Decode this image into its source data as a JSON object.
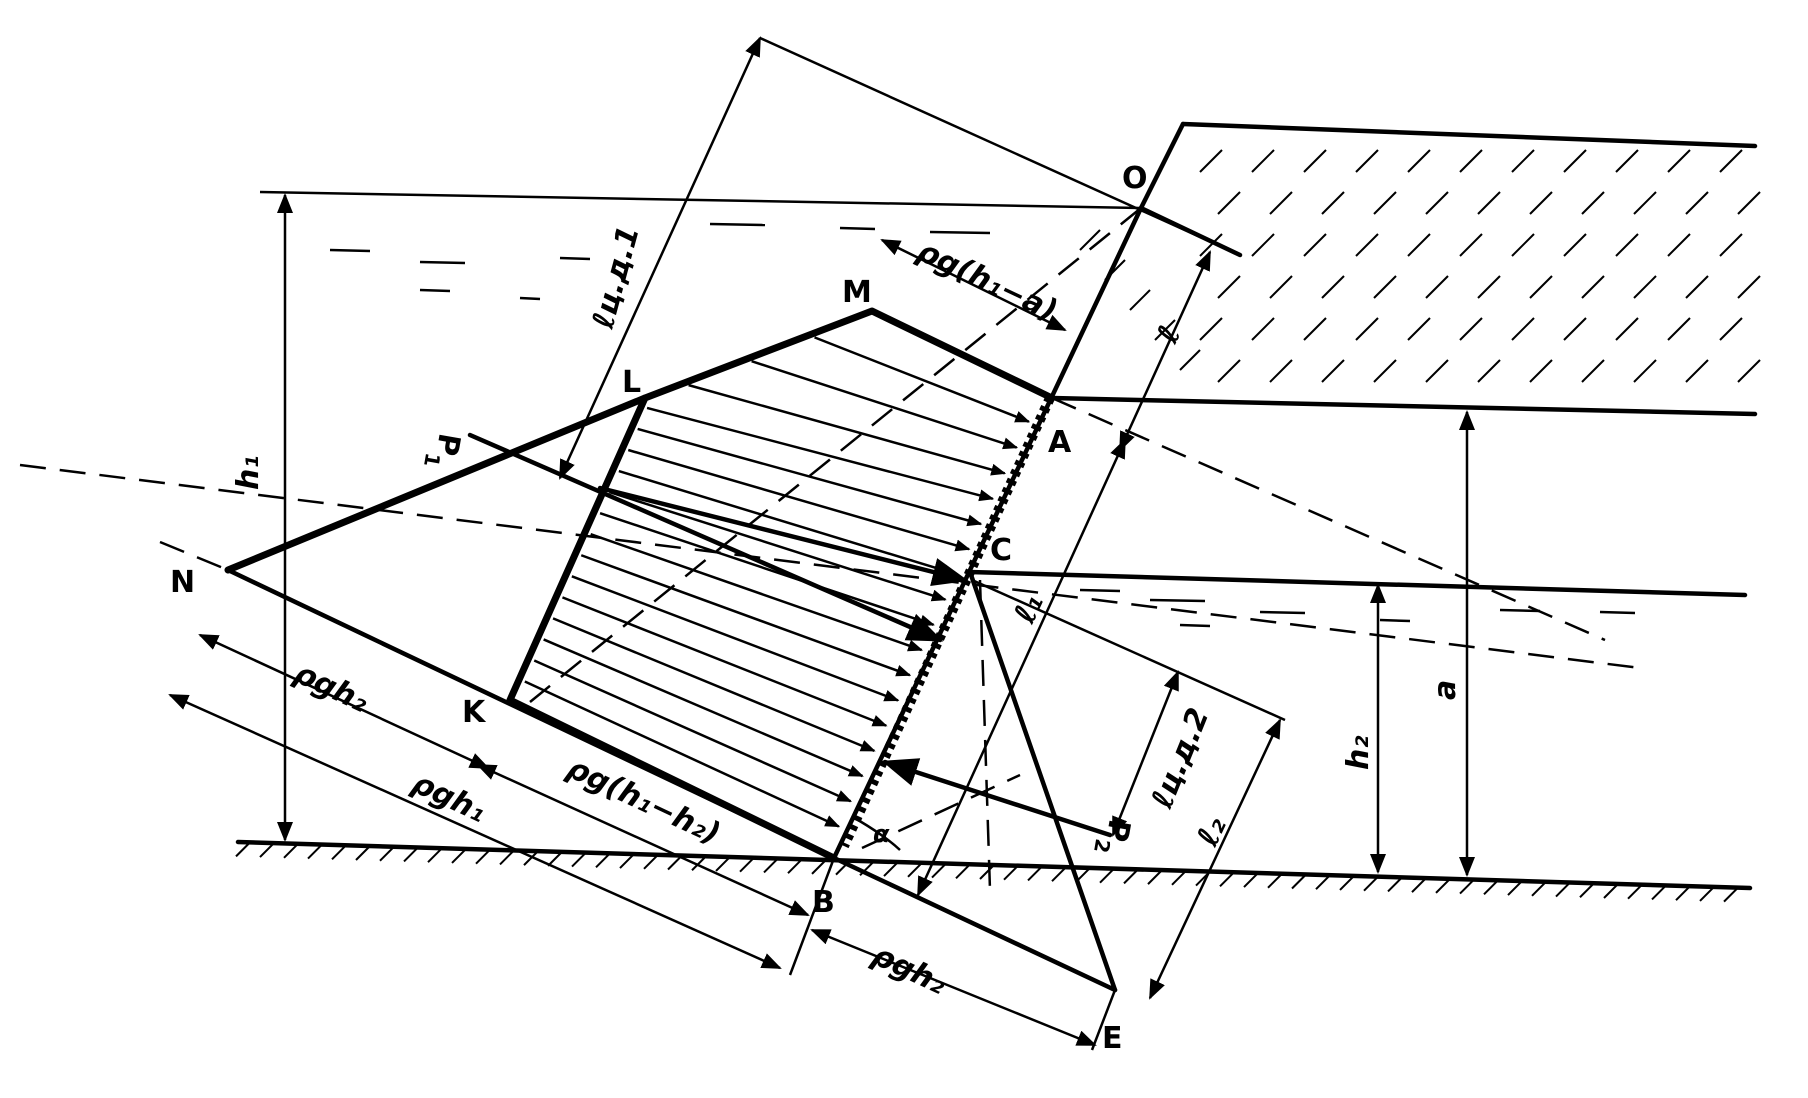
{
  "points": {
    "O": "O",
    "M": "M",
    "L": "L",
    "A": "A",
    "C": "C",
    "N": "N",
    "K": "K",
    "B": "B",
    "E": "E",
    "P1": "P",
    "P1_sub": "1",
    "P2": "P",
    "P2_sub": "2"
  },
  "dimensions": {
    "h1": "h₁",
    "h2": "h₂",
    "a": "a",
    "l": "ℓ",
    "l1": "ℓ₁",
    "l2": "ℓ₂",
    "l_cd1": "ℓц.д.1",
    "l_cd2": "ℓц.д.2"
  },
  "pressures": {
    "top": "ρg(h₁−a)",
    "left": "ρgh₂",
    "bottom_left": "ρgh₁",
    "bottom_mid": "ρg(h₁−h₂)",
    "bottom_right": "ρgh₂"
  }
}
